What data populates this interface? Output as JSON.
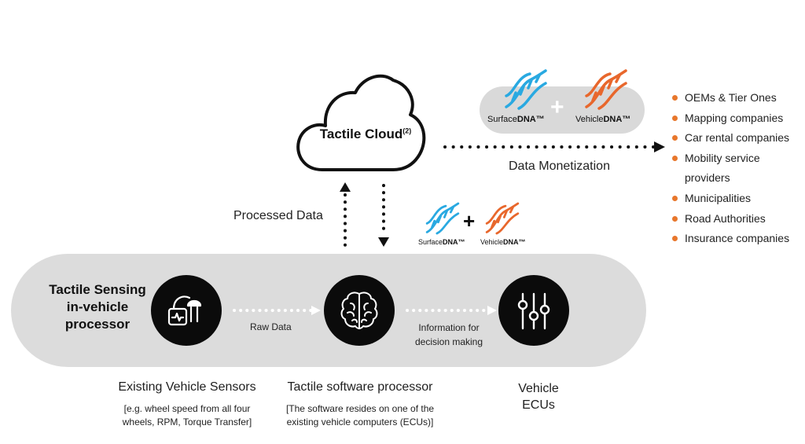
{
  "cloud": {
    "label": "Tactile Cloud",
    "superscript": "(2)"
  },
  "dna_pill_top": {
    "surface_prefix": "Surface",
    "surface_bold": "DNA",
    "surface_tm": "™",
    "plus": "+",
    "vehicle_prefix": "Vehicle",
    "vehicle_bold": "DNA",
    "vehicle_tm": "™"
  },
  "data_monetization": "Data Monetization",
  "processed_data": "Processed Data",
  "dna_mid": {
    "surface_prefix": "Surface",
    "surface_bold": "DNA",
    "surface_tm": "™",
    "plus": "+",
    "vehicle_prefix": "Vehicle",
    "vehicle_bold": "DNA",
    "vehicle_tm": "™"
  },
  "customers": [
    "OEMs & Tier Ones",
    "Mapping companies",
    "Car rental companies",
    "Mobility service providers",
    "Municipalities",
    "Road Authorities",
    "Insurance companies"
  ],
  "band": {
    "title_line1": "Tactile Sensing",
    "title_line2": "in-vehicle",
    "title_line3": "processor",
    "raw_data": "Raw Data",
    "info_line1": "Information for",
    "info_line2": "decision making"
  },
  "nodes": {
    "sensors": {
      "caption": "Existing Vehicle Sensors",
      "detail_line1": "[e.g. wheel speed from all four",
      "detail_line2": "wheels, RPM, Torque Transfer]"
    },
    "processor": {
      "caption": "Tactile software processor",
      "detail_line1": "[The software resides on one of the",
      "detail_line2": "existing vehicle computers (ECUs)]"
    },
    "ecus": {
      "caption_line1": "Vehicle",
      "caption_line2": "ECUs"
    }
  },
  "colors": {
    "surface_dna": "#29a9e1",
    "vehicle_dna": "#e8672c",
    "bullet": "#e8772c",
    "band": "#dcdcdc",
    "pill": "#d9d9d9",
    "node": "#0b0b0b"
  },
  "icons": {
    "cloud": "cloud-icon",
    "sensor": "sensor-icon",
    "brain": "brain-icon",
    "sliders": "sliders-icon",
    "dna": "dna-helix-icon"
  }
}
